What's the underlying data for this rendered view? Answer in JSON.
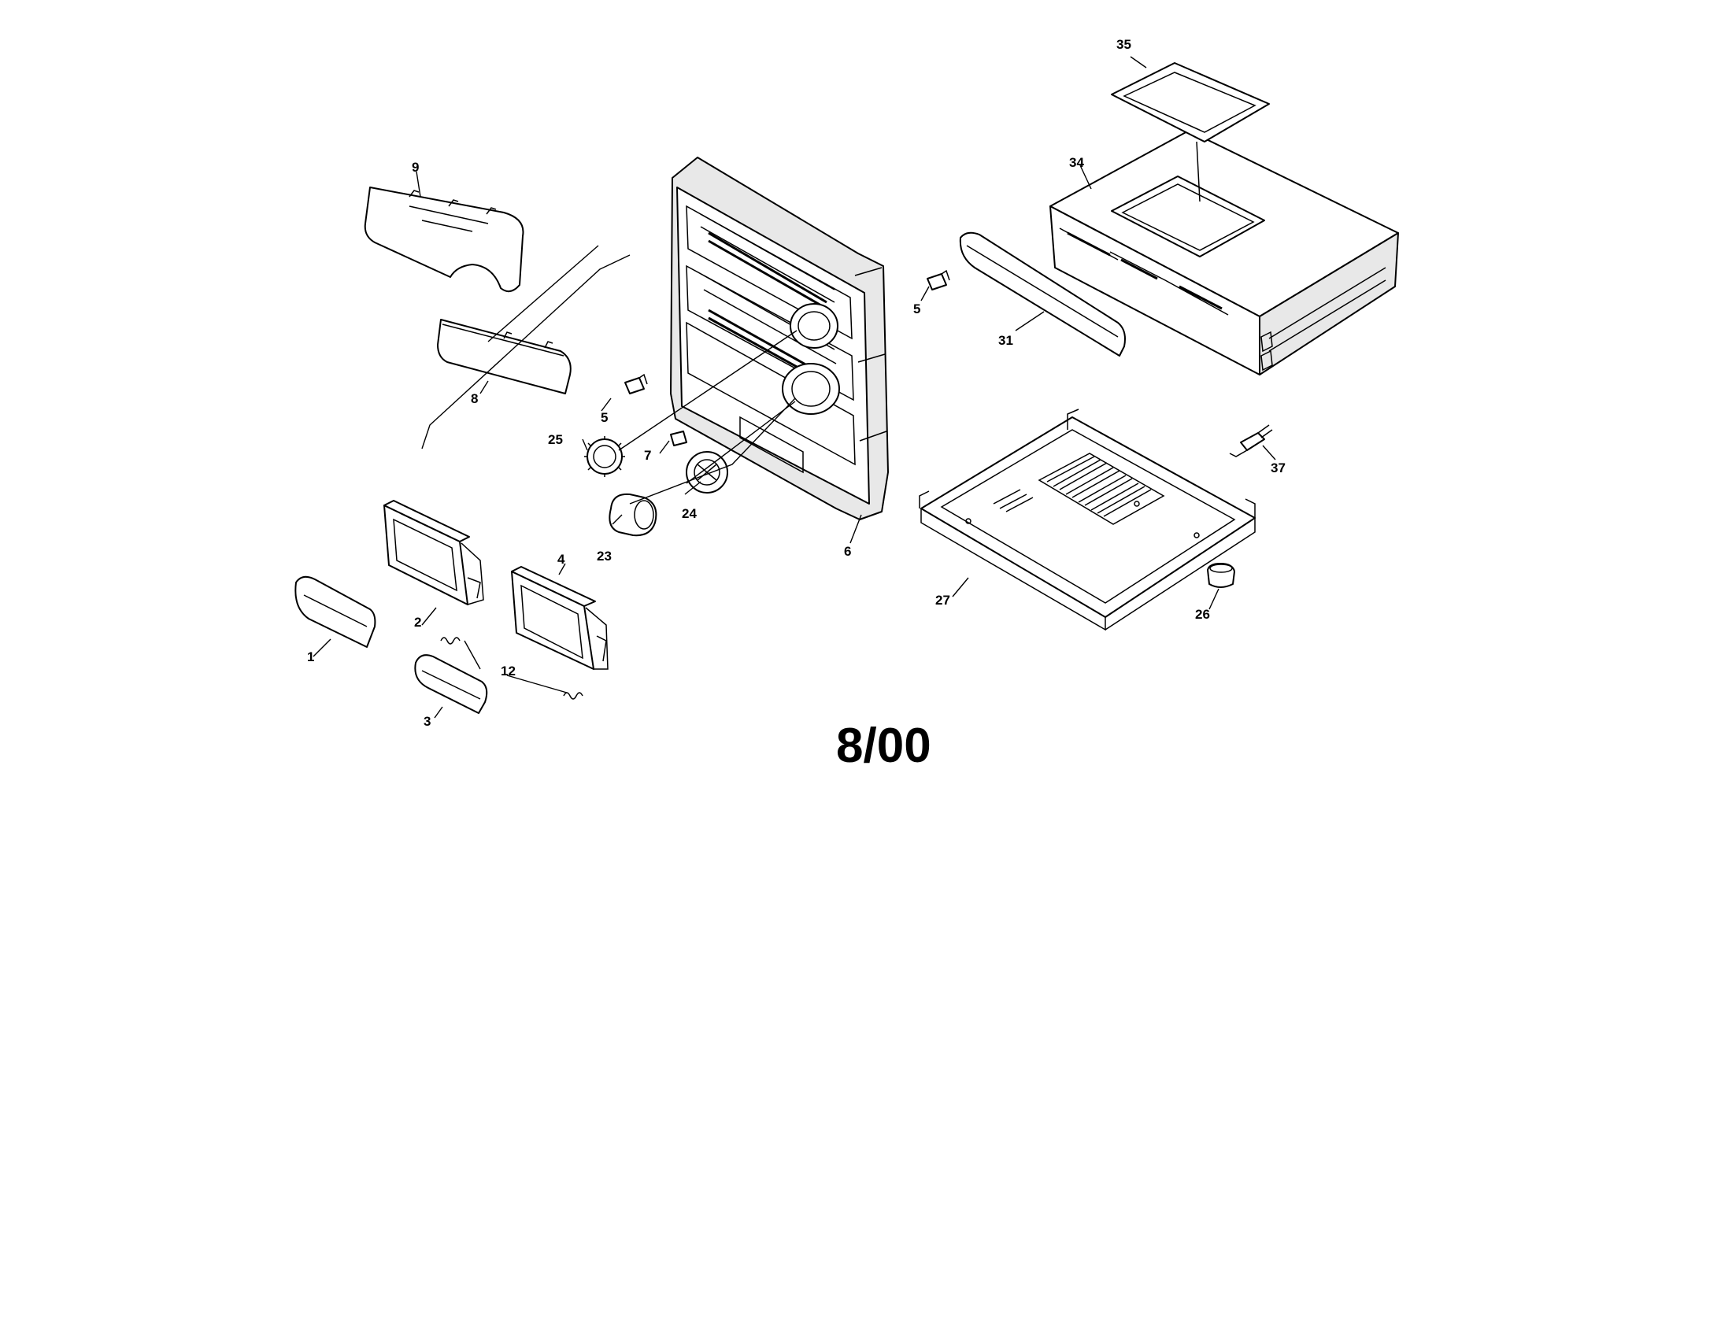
{
  "diagram": {
    "date_code": "8/00",
    "callouts": {
      "c1": "1",
      "c2": "2",
      "c3": "3",
      "c4": "4",
      "c5a": "5",
      "c5b": "5",
      "c6": "6",
      "c7": "7",
      "c8": "8",
      "c9": "9",
      "c12": "12",
      "c23": "23",
      "c24": "24",
      "c25": "25",
      "c26": "26",
      "c27": "27",
      "c31": "31",
      "c34": "34",
      "c35": "35",
      "c37": "37"
    }
  }
}
